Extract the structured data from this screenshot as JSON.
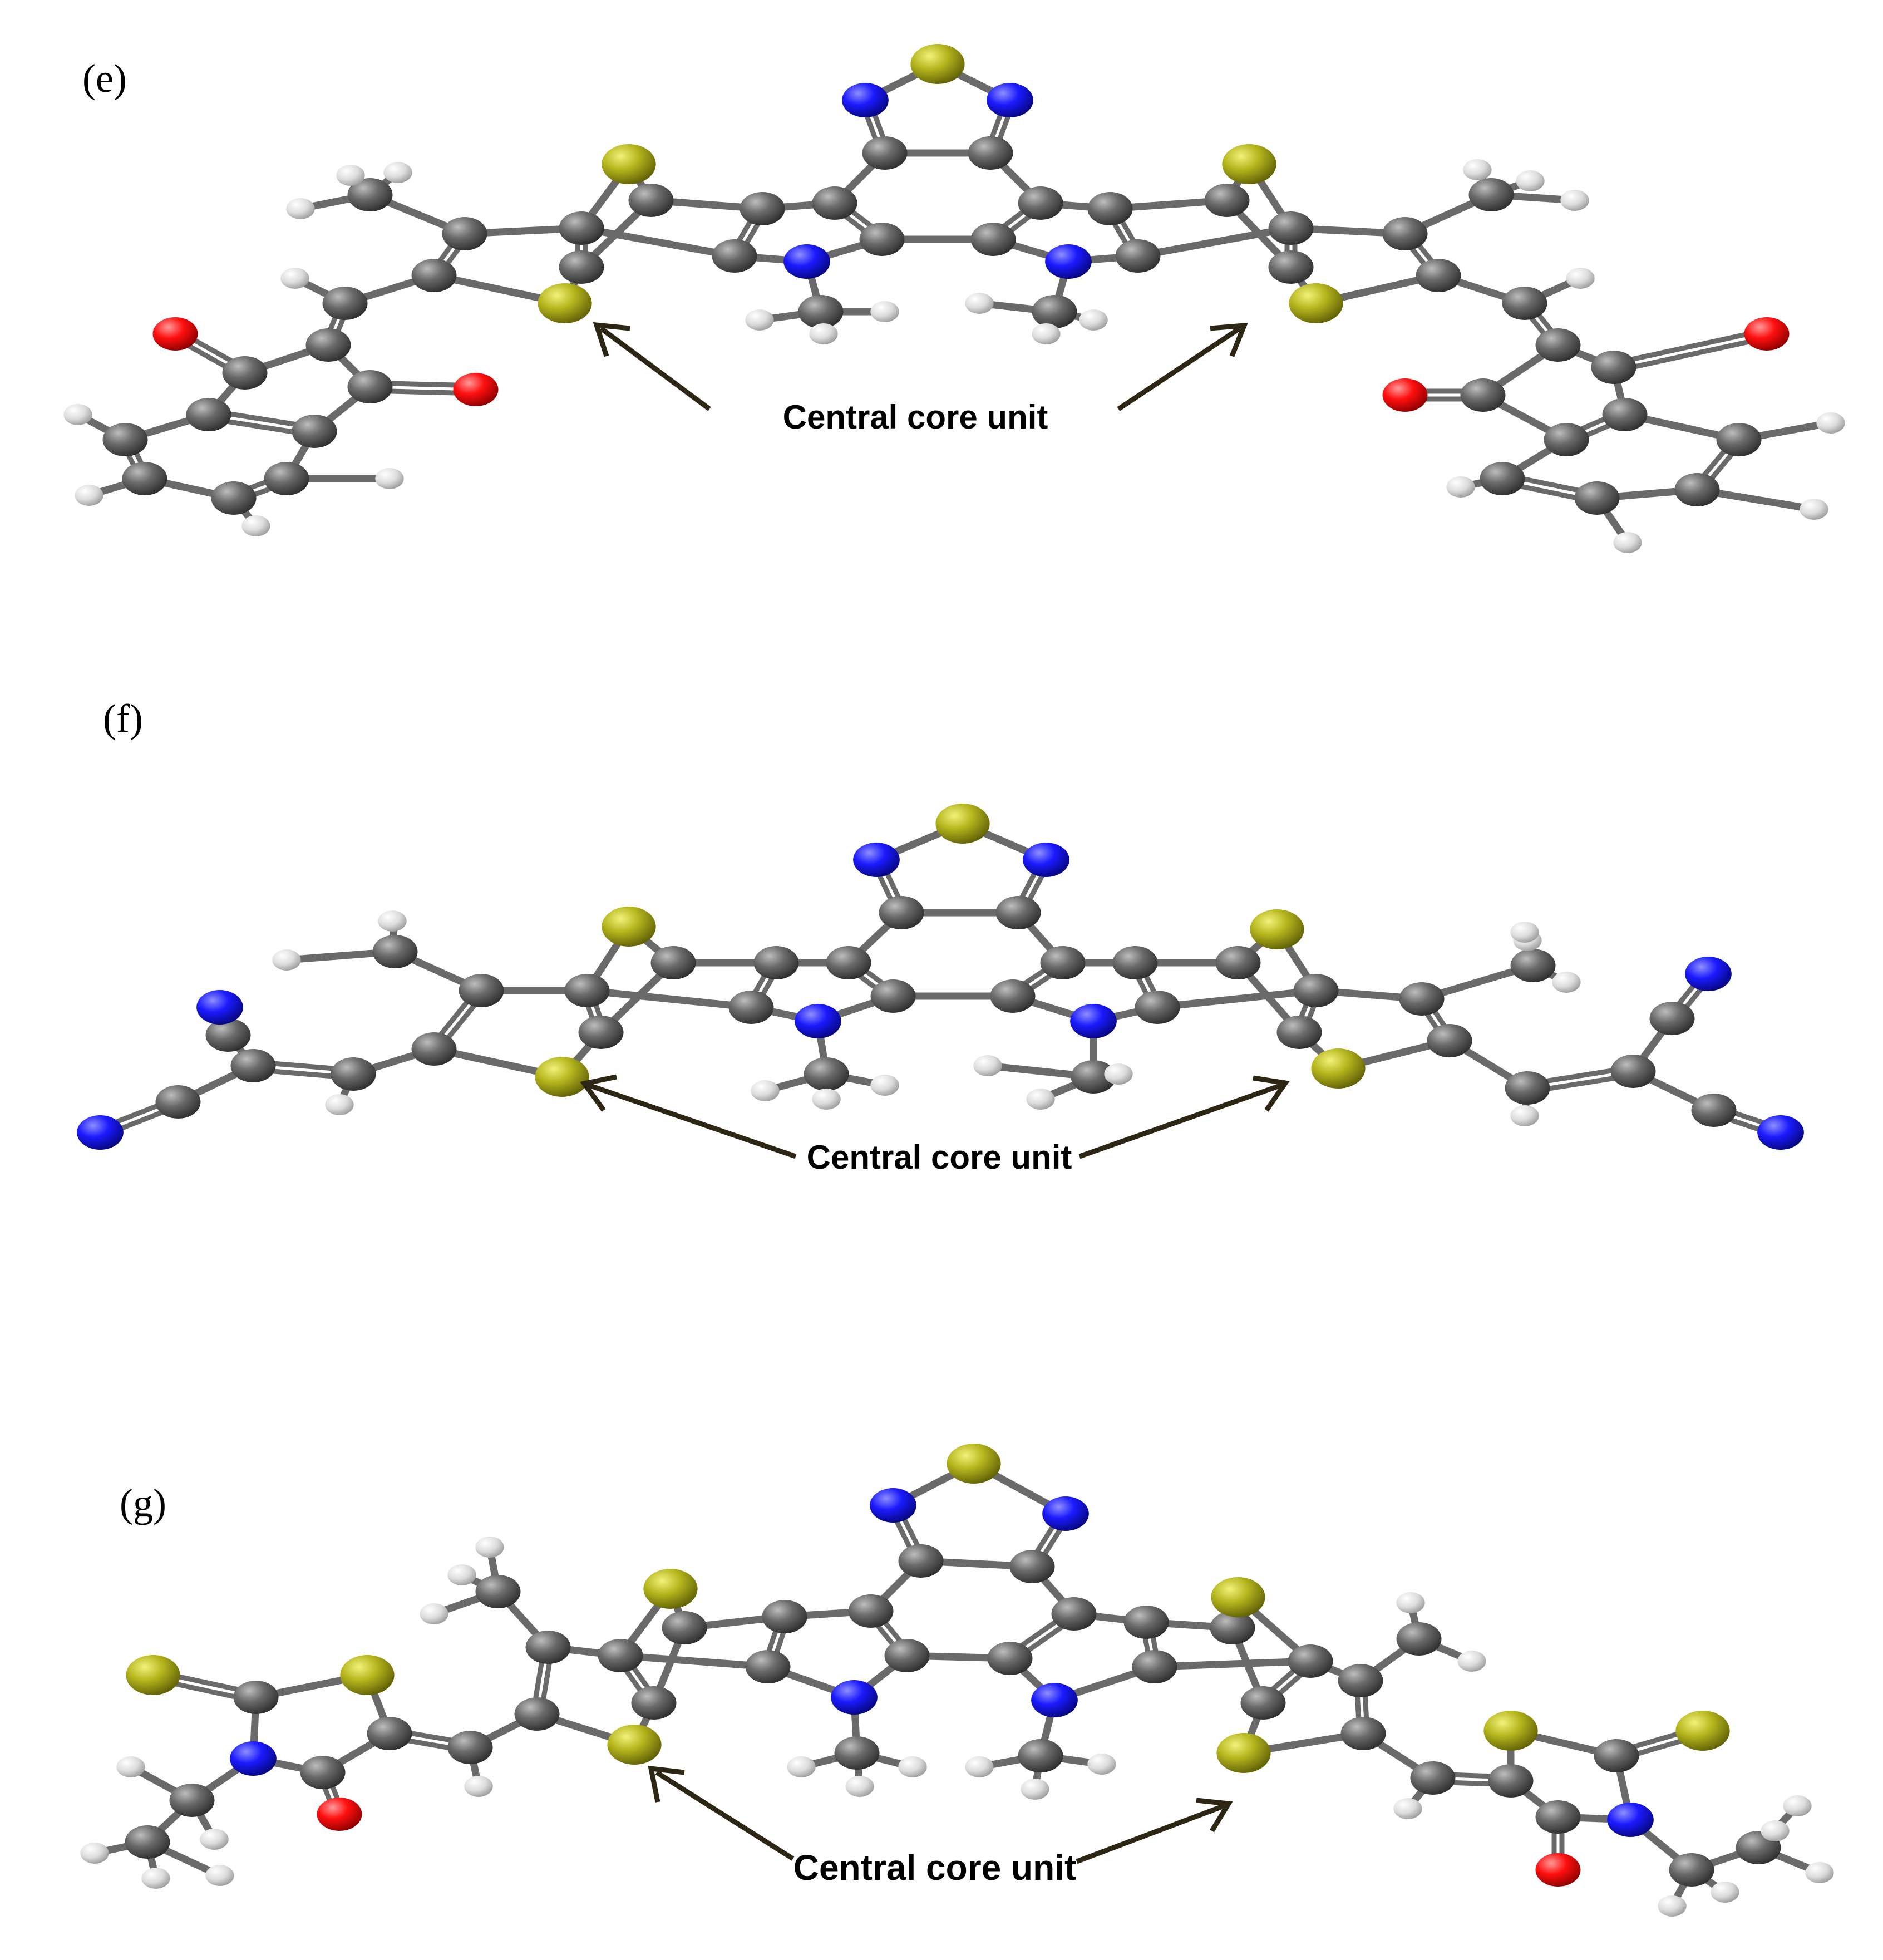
{
  "panels": [
    {
      "id": "e",
      "label": "(e)",
      "annotation": "Central core unit",
      "end_group": "indanedione"
    },
    {
      "id": "f",
      "label": "(f)",
      "annotation": "Central core unit",
      "end_group": "dicyanovinyl"
    },
    {
      "id": "g",
      "label": "(g)",
      "annotation": "Central core unit",
      "end_group": "ethyl-rhodanine"
    }
  ],
  "atom_colors": {
    "C": "#5c5c5c",
    "H": "#e4e4e4",
    "N": "#1a1aff",
    "S": "#b5b51d",
    "O": "#ff0f0f"
  },
  "bond_color": "#6a6a6a",
  "arrow_color": "#2e2614"
}
